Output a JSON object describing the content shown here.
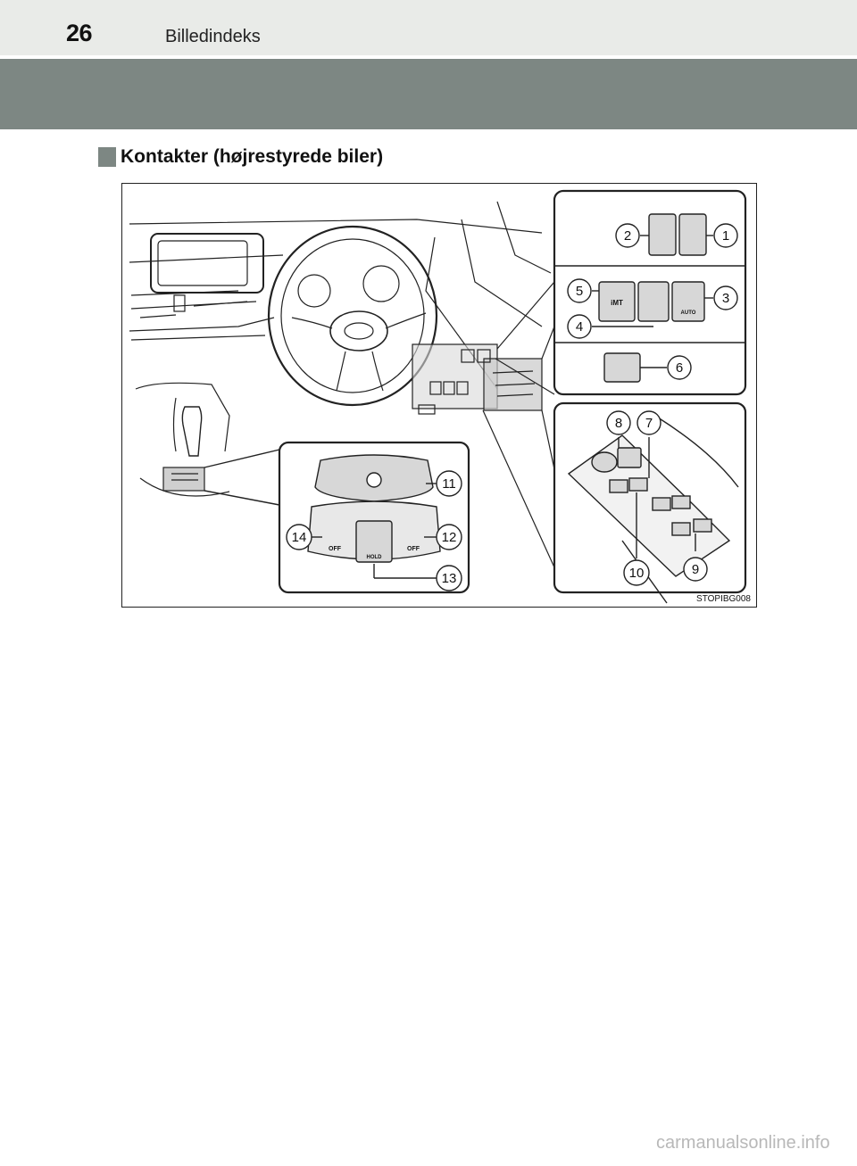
{
  "header": {
    "page_number": "26",
    "title": "Billedindeks"
  },
  "section": {
    "title": "Kontakter (højrestyrede biler)"
  },
  "figure": {
    "id": "STOPIBG008",
    "callouts": [
      "1",
      "2",
      "3",
      "4",
      "5",
      "6",
      "7",
      "8",
      "9",
      "10",
      "11",
      "12",
      "13",
      "14"
    ],
    "switch_labels": {
      "imt": "iMT",
      "auto": "AUTO",
      "off": "OFF",
      "hold": "HOLD"
    }
  },
  "watermark": "carmanualsonline.info",
  "colors": {
    "header_band": "#7d8783",
    "header_top": "#e9ebe8",
    "switch_fill": "#d7d7d7"
  }
}
